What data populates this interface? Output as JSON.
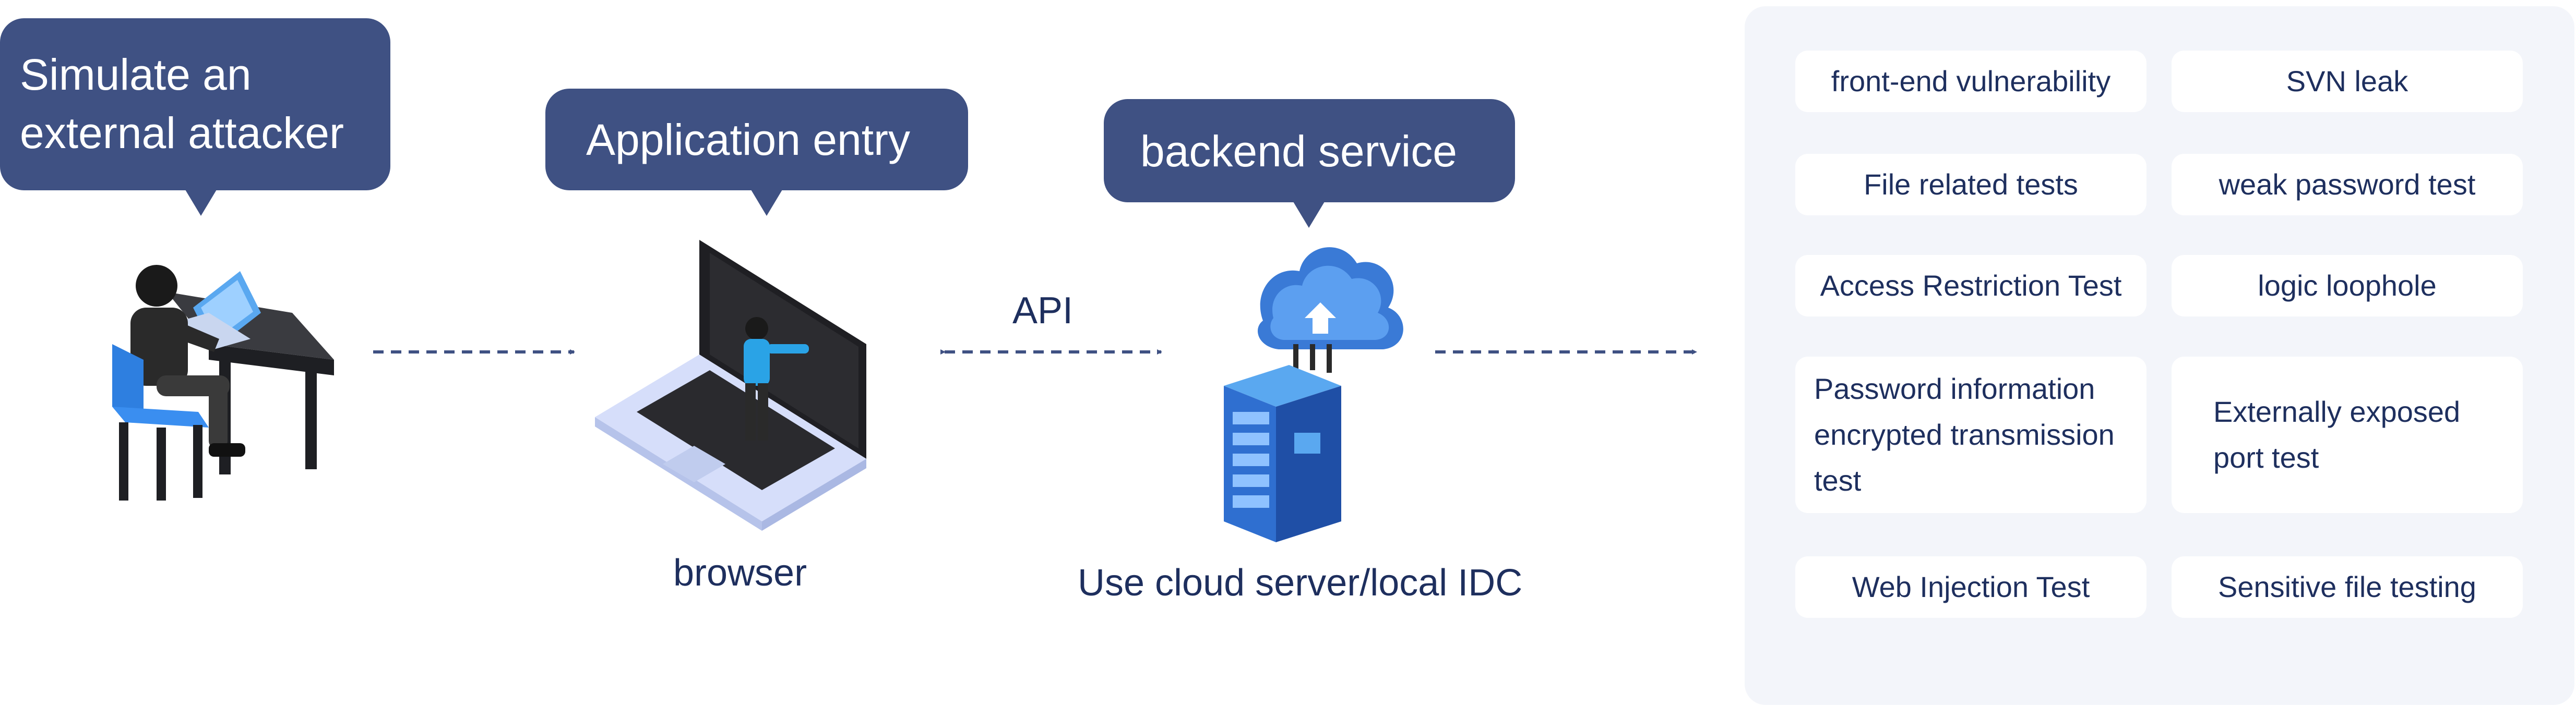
{
  "bubbles": {
    "attacker": "Simulate an\nexternal attacker",
    "entry": "Application entry",
    "backend": "backend service"
  },
  "labels": {
    "browser": "browser",
    "api": "API",
    "server": "Use cloud server/local IDC"
  },
  "tests": [
    "front-end vulnerability",
    "SVN leak",
    "File related tests",
    "weak password test",
    "Access Restriction Test",
    "logic loophole",
    "Password information encrypted transmission test",
    "Externally exposed port test",
    "Web Injection Test",
    "Sensitive file testing"
  ],
  "colors": {
    "bubble": "#3f5183",
    "arrow": "#3f5183",
    "panel": "#f3f5fa",
    "card": "#ffffff",
    "text": "#1e2f5e"
  }
}
